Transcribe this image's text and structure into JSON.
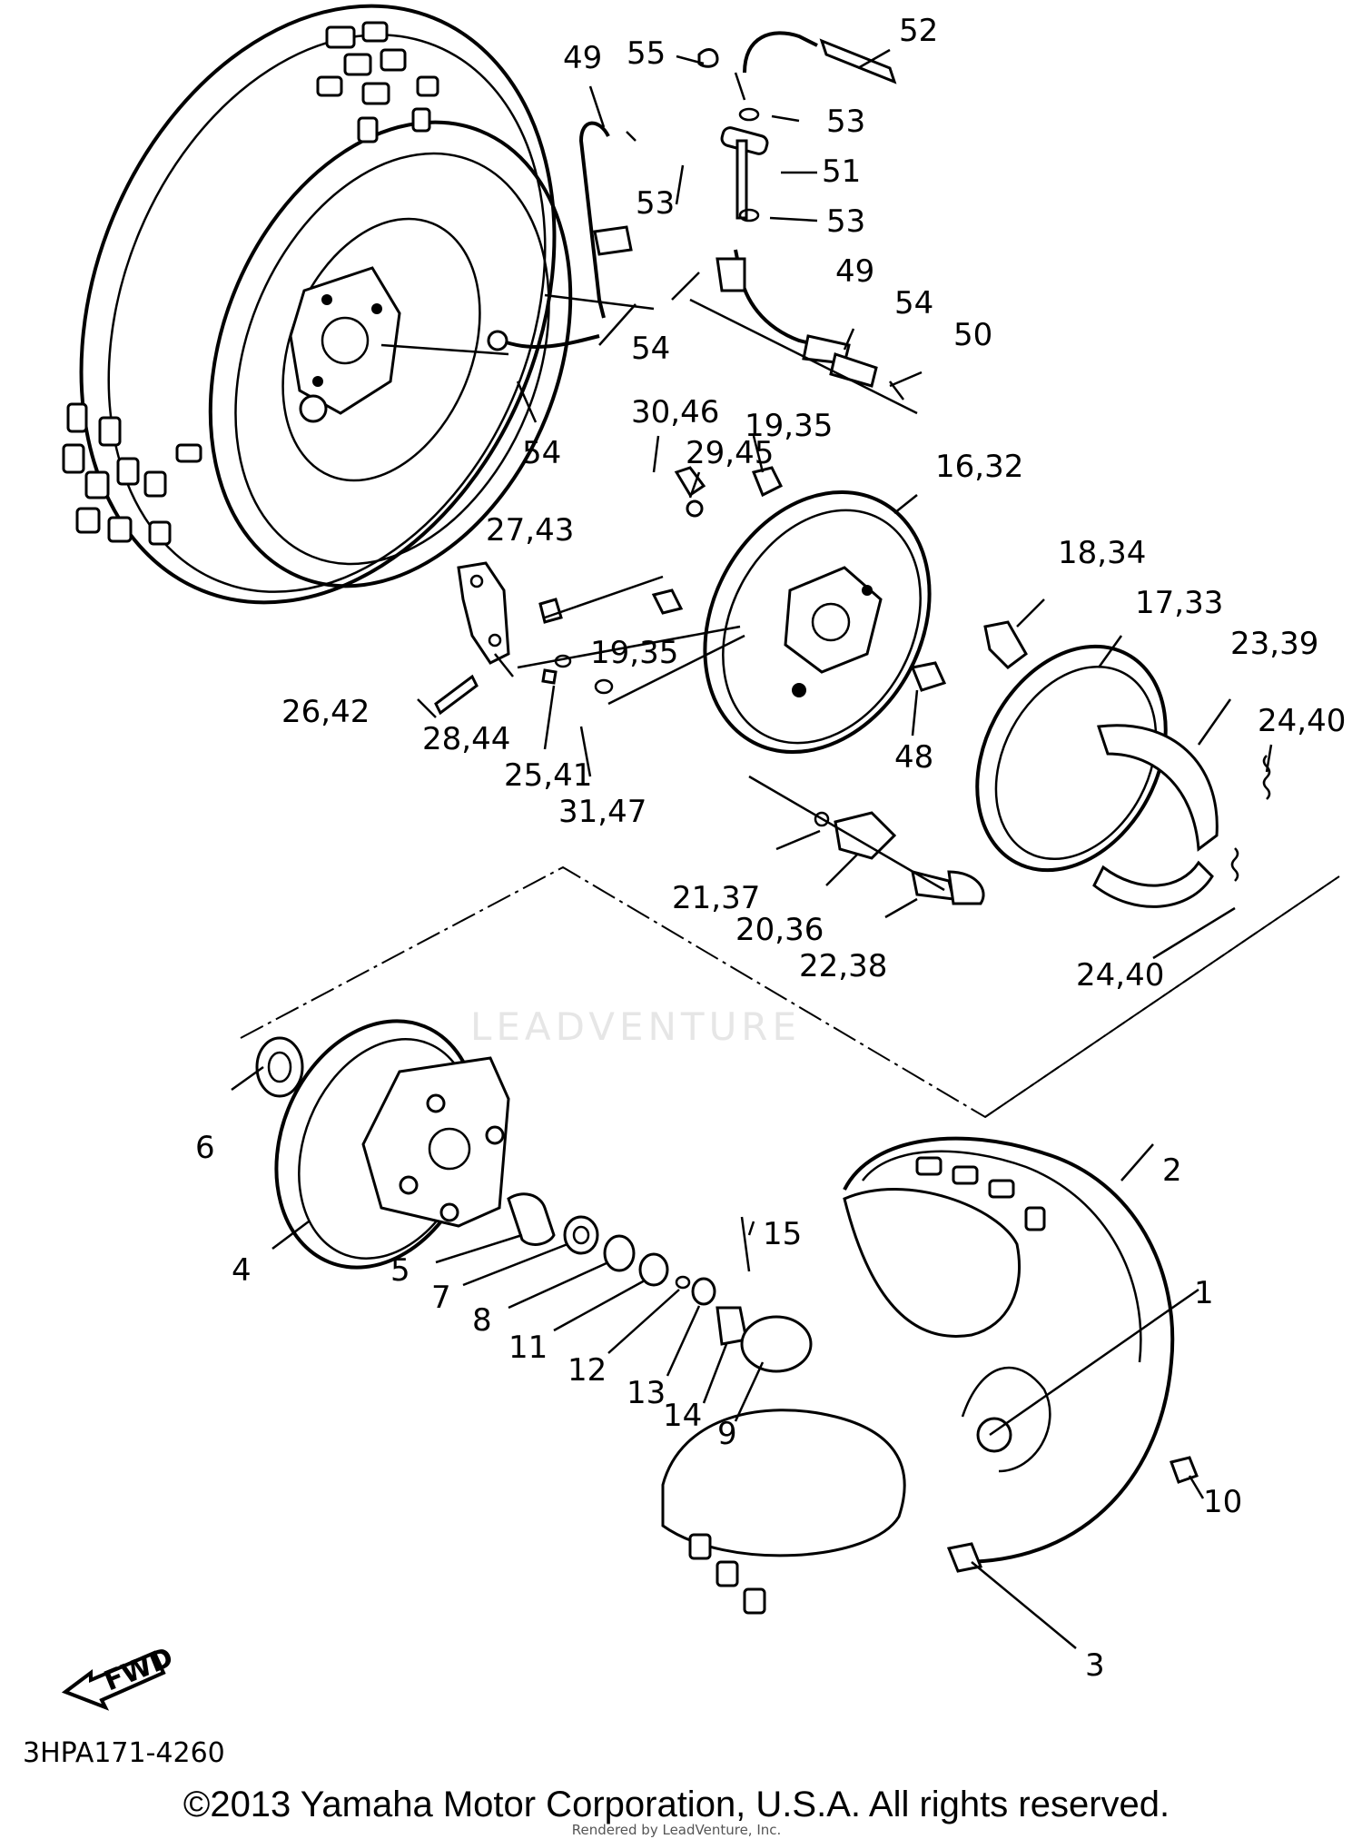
{
  "callouts": [
    {
      "text": "52"
    },
    {
      "text": "55"
    },
    {
      "text": "49"
    },
    {
      "text": "53"
    },
    {
      "text": "51"
    },
    {
      "text": "53"
    },
    {
      "text": "53"
    },
    {
      "text": "49"
    },
    {
      "text": "54"
    },
    {
      "text": "54"
    },
    {
      "text": "50"
    },
    {
      "text": "54"
    },
    {
      "text": "30,46"
    },
    {
      "text": "29,45"
    },
    {
      "text": "19,35"
    },
    {
      "text": "16,32"
    },
    {
      "text": "27,43"
    },
    {
      "text": "18,34"
    },
    {
      "text": "17,33"
    },
    {
      "text": "23,39"
    },
    {
      "text": "19,35"
    },
    {
      "text": "24,40"
    },
    {
      "text": "26,42"
    },
    {
      "text": "28,44"
    },
    {
      "text": "25,41"
    },
    {
      "text": "48"
    },
    {
      "text": "31,47"
    },
    {
      "text": "21,37"
    },
    {
      "text": "20,36"
    },
    {
      "text": "22,38"
    },
    {
      "text": "24,40"
    },
    {
      "text": "6"
    },
    {
      "text": "2"
    },
    {
      "text": "15"
    },
    {
      "text": "1"
    },
    {
      "text": "4"
    },
    {
      "text": "5"
    },
    {
      "text": "7"
    },
    {
      "text": "8"
    },
    {
      "text": "11"
    },
    {
      "text": "12"
    },
    {
      "text": "13"
    },
    {
      "text": "14"
    },
    {
      "text": "9"
    },
    {
      "text": "10"
    },
    {
      "text": "3"
    }
  ],
  "fwd_label": "FWD",
  "diagram_code": "3HPA171-4260",
  "watermark": "LEADVENTURE",
  "copyright": "©2013 Yamaha Motor Corporation, U.S.A. All rights reserved.",
  "rendered_by": "Rendered by LeadVenture, Inc."
}
